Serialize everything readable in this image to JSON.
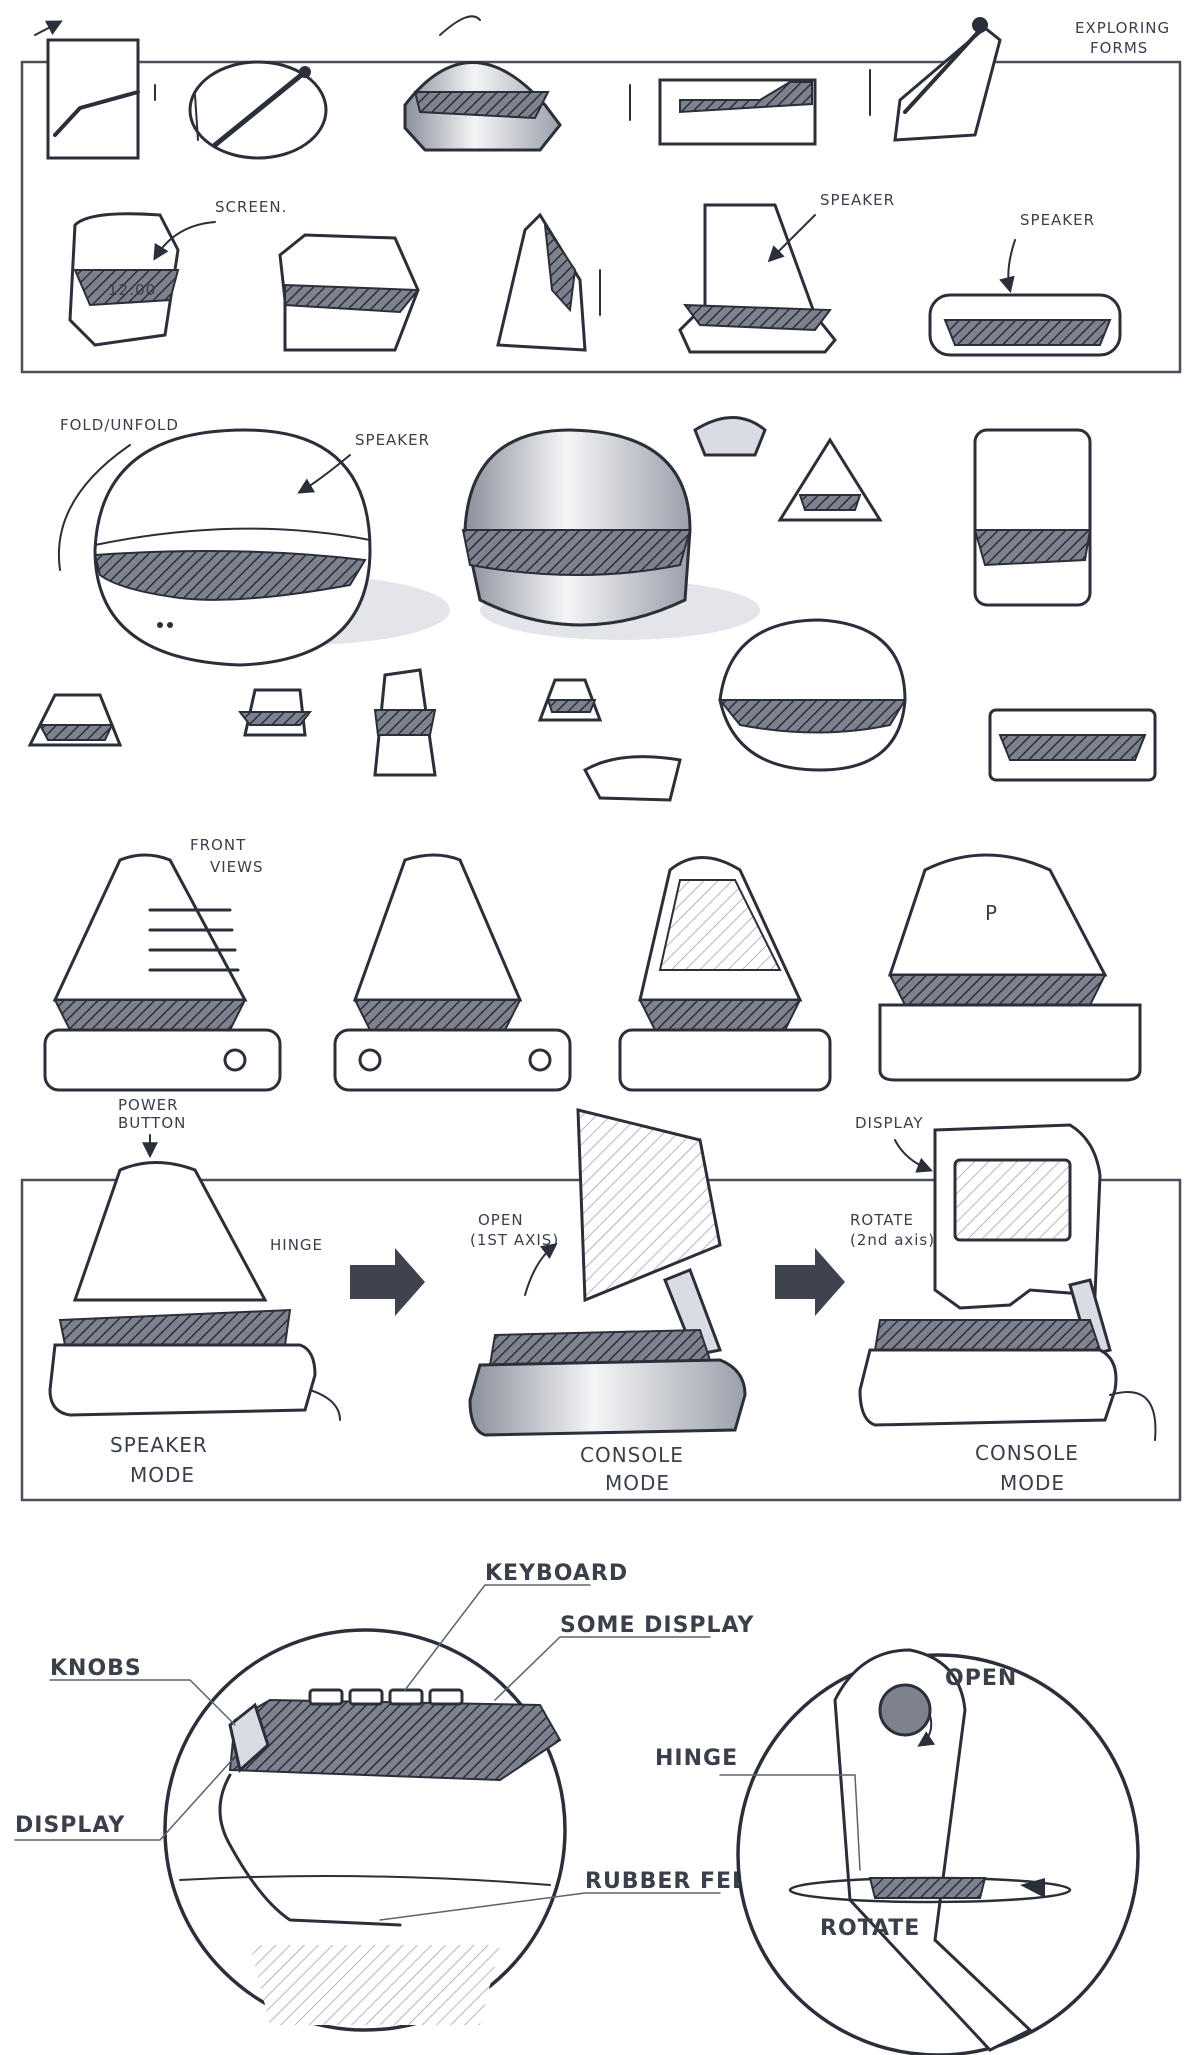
{
  "labels": {
    "exploring_forms": [
      "EXPLORING",
      "FORMS"
    ],
    "screen": "SCREEN.",
    "speaker_1": "SPEAKER",
    "speaker_2": "SPEAKER",
    "fold_unfold": "FOLD/UNFOLD",
    "speaker_3": "SPEAKER",
    "front_views": [
      "FRONT",
      "VIEWS"
    ],
    "power_button": [
      "POWER",
      "BUTTON"
    ],
    "hinge_small": "HINGE",
    "open_axis": [
      "OPEN",
      "(1ST AXIS)"
    ],
    "display_top": "DISPLAY",
    "rotate_axis": [
      "ROTATE",
      "(2nd axis)"
    ],
    "speaker_mode": [
      "SPEAKER",
      "MODE"
    ],
    "console_mode_1": [
      "CONSOLE",
      "MODE"
    ],
    "console_mode_2": [
      "CONSOLE",
      "MODE"
    ],
    "knobs": "KNOBS",
    "keyboard": "KEYBOARD",
    "some_display": "SOME DISPLAY",
    "display_detail": "DISPLAY",
    "rubber_feet": "RUBBER FEET",
    "hinge_detail": "HINGE",
    "open_detail": "OPEN",
    "rotate_detail": "ROTATE",
    "small_display_readout": "12:00",
    "logo_letter": "P"
  },
  "colors": {
    "ink": "#2b2f3a",
    "tone": "#d9dce2",
    "paper": "#ffffff"
  }
}
